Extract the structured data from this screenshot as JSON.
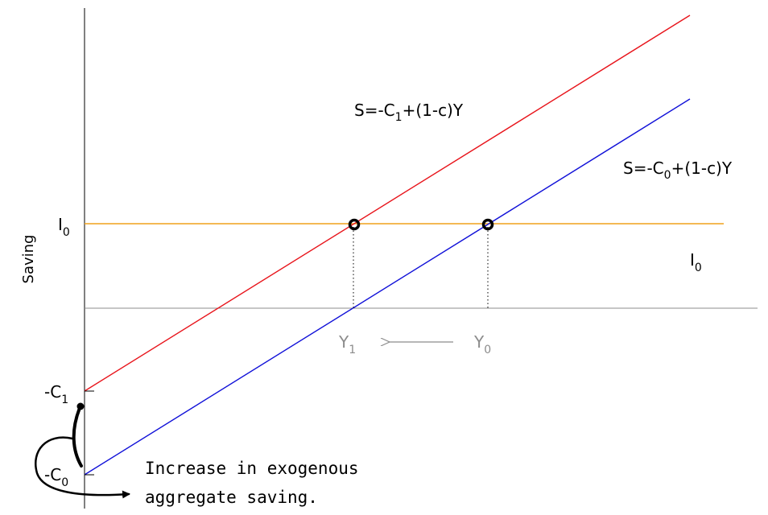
{
  "diagram": {
    "y_axis_label": "Saving",
    "curves": [
      {
        "id": "saving-c1",
        "color": "#e8141b",
        "label_main": "S=-C",
        "label_sub": "1",
        "label_tail": "+(1-c)Y"
      },
      {
        "id": "saving-c0",
        "color": "#1010d8",
        "label_main": "S=-C",
        "label_sub": "0",
        "label_tail": "+(1-c)Y"
      }
    ],
    "investment": {
      "color": "#f0a21c",
      "left_main": "I",
      "left_sub": "0",
      "right_main": "I",
      "right_sub": "0"
    },
    "intercepts": [
      {
        "main": "-C",
        "sub": "1"
      },
      {
        "main": "-C",
        "sub": "0"
      }
    ],
    "equilibria": [
      {
        "main": "Y",
        "sub": "1"
      },
      {
        "main": "Y",
        "sub": "0"
      }
    ],
    "annotation": {
      "line1": "Increase in exogenous",
      "line2": "aggregate saving."
    },
    "colors": {
      "axis": "#000000",
      "zero_line": "#8c8c8c",
      "gray_text": "#8c8c8c"
    }
  }
}
